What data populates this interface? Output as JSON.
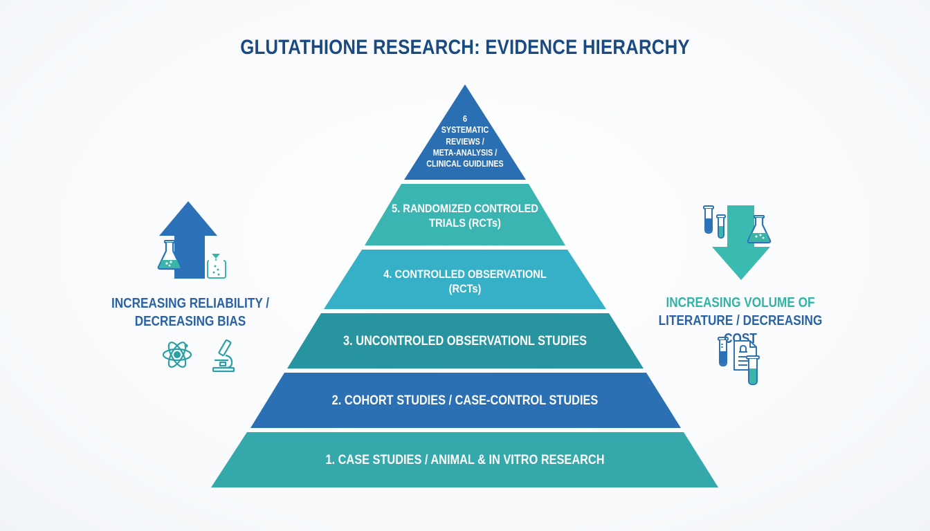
{
  "title": "GLUTATHIONE RESEARCH: EVIDENCE HIERARCHY",
  "pyramid": {
    "levels": [
      {
        "level": 6,
        "lines": [
          "6",
          "SYSTEMATIC",
          "REVIEWS /",
          "META-ANALYSIS /",
          "CLINICAL GUIDLINES"
        ],
        "color": "#2a6fb2"
      },
      {
        "level": 5,
        "lines": [
          "5. RANDOMIZED CONTROLED",
          "TRIALS (RCTs)"
        ],
        "color": "#3bb5b2"
      },
      {
        "level": 4,
        "lines": [
          "4. CONTROLLED OBSERVATIONL",
          "(RCTs)"
        ],
        "color": "#35b0c6"
      },
      {
        "level": 3,
        "lines": [
          "3. UNCONTROLED OBSERVATIONL STUDIES"
        ],
        "color": "#2894a0"
      },
      {
        "level": 2,
        "lines": [
          "2. COHORT STUDIES / CASE-CONTROL STUDIES"
        ],
        "color": "#2b70b3"
      },
      {
        "level": 1,
        "lines": [
          "1. CASE STUDIES / ANIMAL & IN VITRO RESEARCH"
        ],
        "color": "#34a8ab"
      }
    ]
  },
  "left_panel": {
    "arrow_direction": "up",
    "arrow_color": "#2b72b8",
    "line1": "INCREASING RELIABILITY /",
    "line2": "DECREASING BIAS",
    "text_color": "#2a62a6",
    "icons": [
      "flask-icon",
      "filter-beaker-icon",
      "atom-icon",
      "microscope-icon"
    ]
  },
  "right_panel": {
    "arrow_direction": "down",
    "arrow_color": "#3bbab0",
    "line1": "INCREASING VOLUME OF",
    "line2": "LITERATURE / DECREASING COST",
    "line1_color": "#33b3a6",
    "line2_color": "#2a62a6",
    "icons": [
      "test-tube-icon",
      "test-tube-icon",
      "flask-icon",
      "test-tube-icon",
      "document-icon",
      "test-tube-icon"
    ]
  }
}
